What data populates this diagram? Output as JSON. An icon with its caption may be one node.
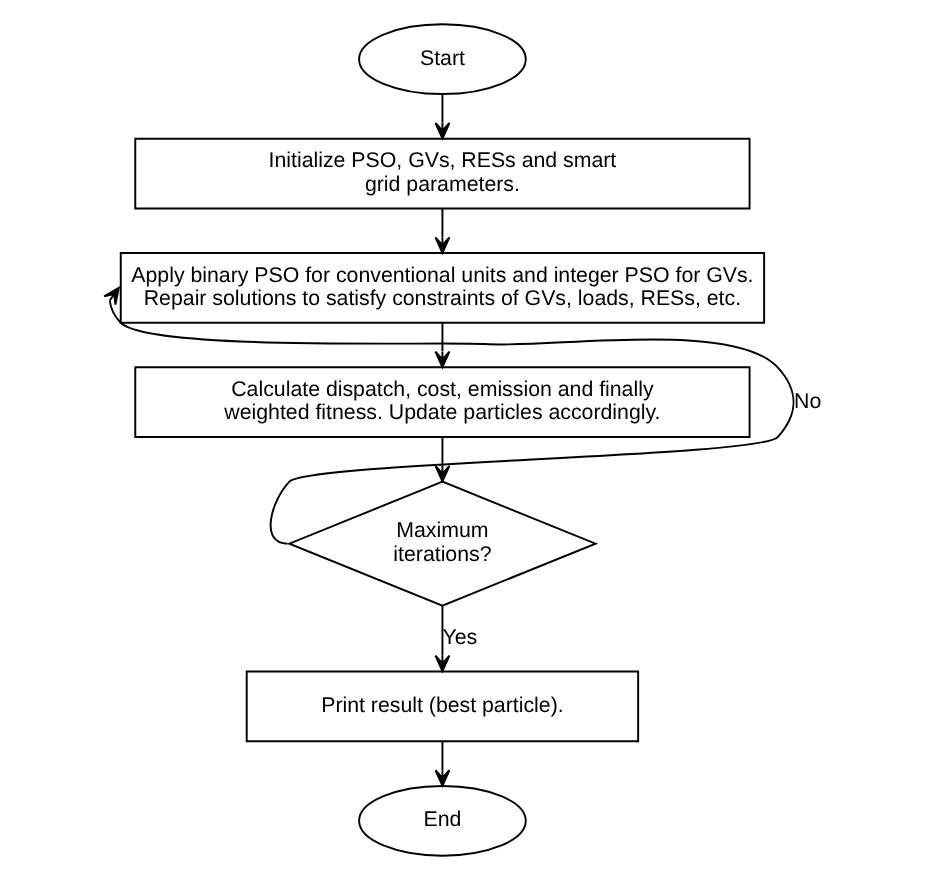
{
  "diagram": {
    "nodes": [
      {
        "text": [
          "Start"
        ]
      },
      {
        "text": [
          "Initialize PSO, GVs, RESs and smart grid parameters."
        ]
      },
      {
        "text": [
          "Apply binary PSO for conventional units and integer PSO for GVs. Repair solutions to satisfy constraints of GVs, loads, RESs, etc."
        ]
      },
      {
        "text": [
          "Calculate dispatch, cost, emission and finally weighted fitness. Update particles accordingly."
        ]
      },
      {
        "text": [
          "Maximum iterations?"
        ]
      },
      {
        "text": [
          "Print result (best particle)."
        ]
      },
      {
        "text": [
          "End"
        ]
      }
    ],
    "edges": [
      {
        "from": 0,
        "to": 1,
        "arrow": "to"
      },
      {
        "from": 1,
        "to": 2,
        "arrow": "to"
      },
      {
        "from": 2,
        "to": 3,
        "arrow": "to"
      },
      {
        "from": 3,
        "to": 4,
        "arrow": "to"
      },
      {
        "from": 4,
        "to": 2,
        "arrow": "to",
        "label": "No"
      },
      {
        "from": 4,
        "to": 5,
        "arrow": "to",
        "label": "Yes"
      },
      {
        "from": 5,
        "to": 6,
        "arrow": "to"
      }
    ]
  }
}
